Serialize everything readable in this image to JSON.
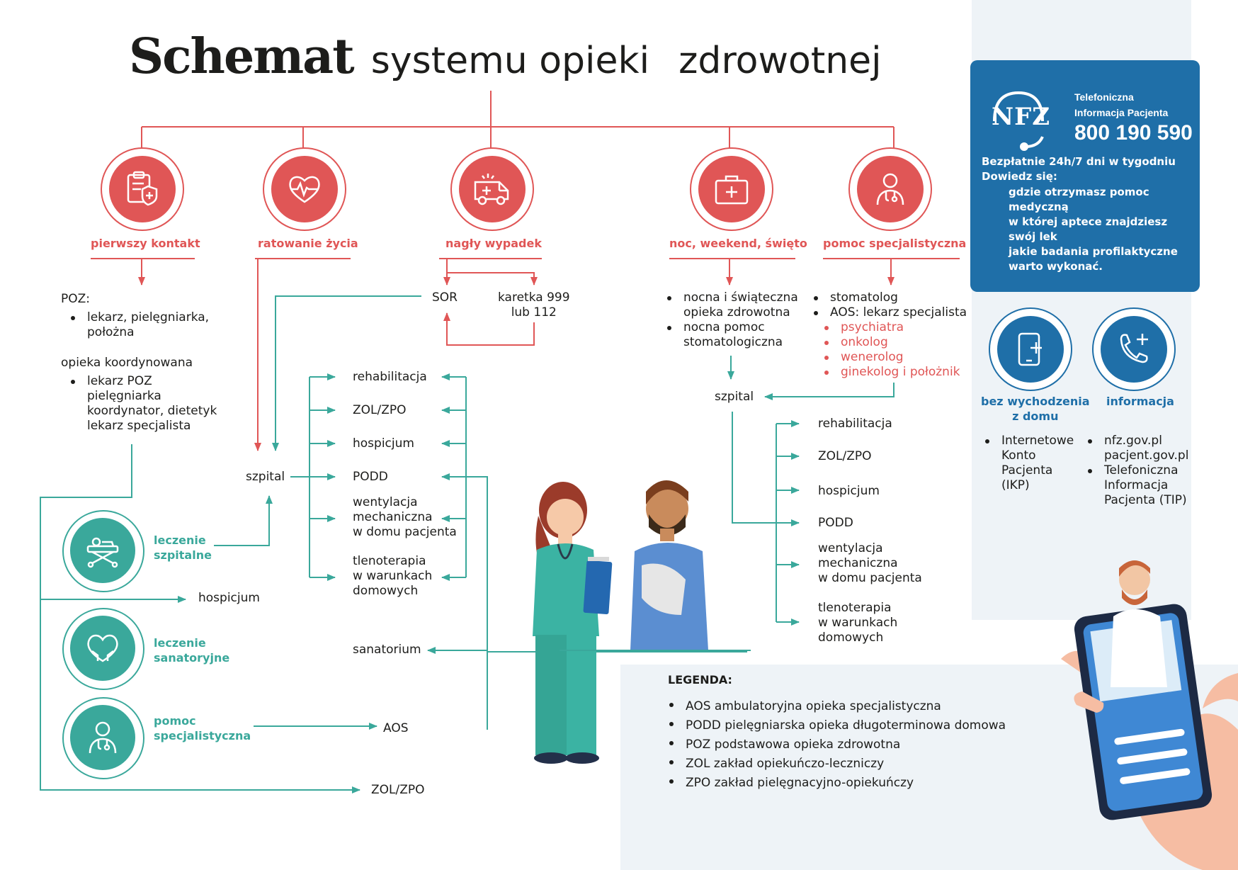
{
  "title": {
    "bold": "Schemat",
    "light1": "systemu opieki",
    "light2": "zdrowotnej"
  },
  "categories": [
    {
      "label": "pierwszy kontakt",
      "icon": "clipboard-shield-icon"
    },
    {
      "label": "ratowanie życia",
      "icon": "heart-pulse-icon"
    },
    {
      "label": "nagły wypadek",
      "icon": "ambulance-icon"
    },
    {
      "label": "noc, weekend, święto",
      "icon": "first-aid-kit-icon"
    },
    {
      "label": "pomoc specjalistyczna",
      "icon": "doctor-icon"
    }
  ],
  "poz": {
    "title": "POZ:",
    "items": [
      "lekarz, pielęgniarka,\npołożna"
    ],
    "coord_title": "opieka koordynowana",
    "coord_items": [
      "lekarz POZ\npielęgniarka\nkoordynator, dietetyk\nlekarz specjalista"
    ]
  },
  "emergency": {
    "sor": "SOR",
    "ambulance": "karetka 999\nlub 112"
  },
  "night": {
    "items": [
      "nocna i świąteczna\nopieka zdrowotna",
      "nocna pomoc\nstomatologiczna"
    ]
  },
  "specialist": {
    "items": [
      "stomatolog",
      "AOS: lekarz specjalista"
    ],
    "sub_items": [
      "psychiatra",
      "onkolog",
      "wenerolog",
      "ginekolog i położnik"
    ]
  },
  "hospital_left": {
    "label": "szpital",
    "outcomes": [
      "rehabilitacja",
      "ZOL/ZPO",
      "hospicjum",
      "PODD",
      "wentylacja\nmechaniczna\nw domu pacjenta",
      "tlenoterapia\nw warunkach\ndomowych"
    ]
  },
  "hospital_right": {
    "label": "szpital",
    "outcomes": [
      "rehabilitacja",
      "ZOL/ZPO",
      "hospicjum",
      "PODD",
      "wentylacja\nmechaniczna\nw domu pacjenta",
      "tlenoterapia\nw warunkach\ndomowych"
    ]
  },
  "teal_circles": [
    {
      "label": "leczenie\nszpitalne",
      "icon": "hospital-bed-icon"
    },
    {
      "label": "leczenie\nsanatoryjne",
      "icon": "heart-hands-icon"
    },
    {
      "label": "pomoc\nspecjalistyczna",
      "icon": "doctor-icon"
    }
  ],
  "bottom_targets": {
    "hospicjum": "hospicjum",
    "sanatorium": "sanatorium",
    "aos": "AOS",
    "zol": "ZOL/ZPO"
  },
  "nfz": {
    "logo": "NFZ",
    "title_line1": "Telefoniczna",
    "title_line2": "Informacja Pacjenta",
    "phone": "800 190 590",
    "free": "Bezpłatnie 24h/7 dni w tygodniu",
    "learn": "Dowiedz się:",
    "items": [
      "gdzie otrzymasz pomoc\nmedyczną",
      "w której aptece znajdziesz\nswój lek",
      "jakie badania profilaktyczne\nwarto wykonać."
    ]
  },
  "side": {
    "home": {
      "label": "bez wychodzenia\nz domu",
      "icon": "phone-plus-icon",
      "items": [
        "Internetowe\nKonto\nPacjenta\n(IKP)"
      ]
    },
    "info": {
      "label": "informacja",
      "icon": "telephone-plus-icon",
      "items": [
        "nfz.gov.pl\npacjent.gov.pl",
        "Telefoniczna\nInformacja\nPacjenta (TIP)"
      ]
    }
  },
  "legend": {
    "title": "LEGENDA:",
    "items": [
      "AOS ambulatoryjna opieka specjalistyczna",
      "PODD pielęgniarska opieka długoterminowa domowa",
      "POZ podstawowa opieka zdrowotna",
      "ZOL zakład opiekuńczo-leczniczy",
      "ZPO zakład pielęgnacyjno-opiekuńczy"
    ]
  },
  "colors": {
    "red": "#e05656",
    "teal": "#3aa89b",
    "nfz_blue": "#1f6fa8",
    "panel": "#eef3f7"
  }
}
